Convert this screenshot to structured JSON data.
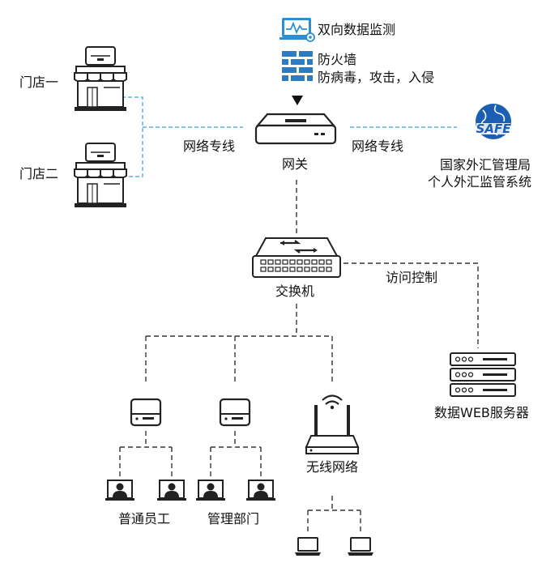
{
  "monitor": {
    "label": "双向数据监测"
  },
  "firewall": {
    "line1": "防火墙",
    "line2": "防病毒，攻击，入侵"
  },
  "stores": [
    {
      "label": "门店一"
    },
    {
      "label": "门店二"
    }
  ],
  "links": {
    "left": "网络专线",
    "right": "网络专线"
  },
  "gateway": {
    "label": "网关"
  },
  "safe": {
    "logo_text": "SAFE",
    "line1": "国家外汇管理局",
    "line2": "个人外汇监管系统"
  },
  "switch": {
    "label": "交换机"
  },
  "access": {
    "label": "访问控制"
  },
  "server": {
    "label": "数据WEB服务器"
  },
  "groups": {
    "staff": "普通员工",
    "mgmt": "管理部门"
  },
  "wireless": {
    "label": "无线网络"
  },
  "colors": {
    "dash": "#333333",
    "link": "#3da0d6",
    "safe_blue": "#1a5fb4",
    "monitor_blue": "#2c8fd4"
  }
}
